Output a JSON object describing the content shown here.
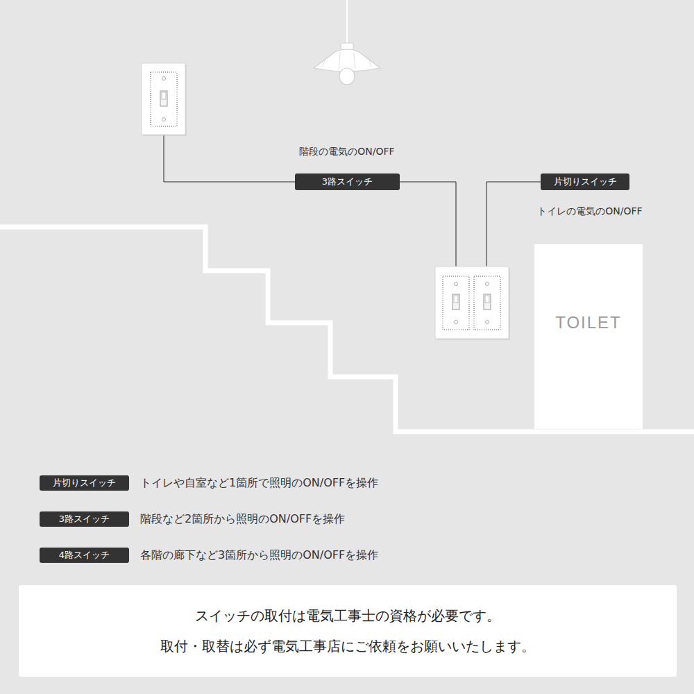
{
  "diagram": {
    "nodes": [
      {
        "text": [
          "3路スイッチ"
        ]
      },
      {
        "text": [
          "片切りスイッチ"
        ]
      },
      {
        "text": [
          "TOILET"
        ]
      },
      {
        "text": [
          "片切りスイッチ"
        ]
      },
      {
        "text": [
          "3路スイッチ"
        ]
      },
      {
        "text": [
          "4路スイッチ"
        ]
      },
      {
        "text": [
          "スイッチの取付は電気工事士の資格が必要です。",
          "取付・取替は必ず電気工事店にご依頼をお願いいたします。"
        ]
      }
    ],
    "labels": [
      "階段の電気のON/OFF",
      "トイレの電気のON/OFF",
      "トイレや自室など1箇所で照明のON/OFFを操作",
      "階段など2箇所から照明のON/OFFを操作",
      "各階の廊下など3箇所から照明のON/OFFを操作"
    ]
  }
}
